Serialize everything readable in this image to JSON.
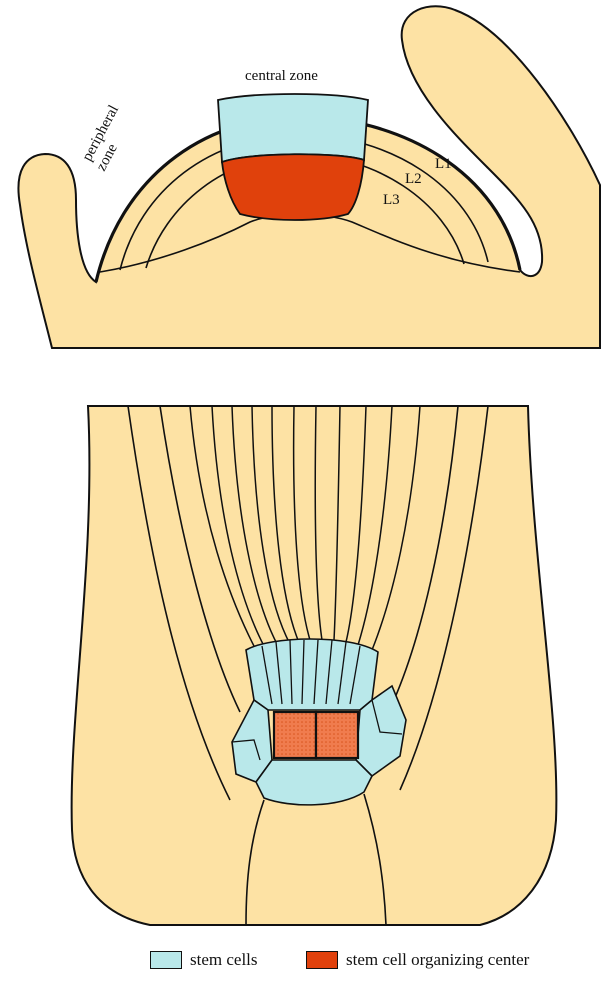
{
  "shoot": {
    "central_zone_label": "central zone",
    "peripheral_label_line1": "peripheral",
    "peripheral_label_line2": "zone",
    "layer_labels": [
      "L1",
      "L2",
      "L3"
    ]
  },
  "legend": {
    "items": [
      {
        "label": "stem cells",
        "color": "#b9e8ea"
      },
      {
        "label": "stem cell organizing center",
        "color": "#e0410c"
      }
    ]
  },
  "colors": {
    "tissue": "#fde2a4",
    "outline": "#111111",
    "stem_cells": "#b9e8ea",
    "organizer": "#e0410c",
    "root_organizer": "#f07c4e"
  }
}
